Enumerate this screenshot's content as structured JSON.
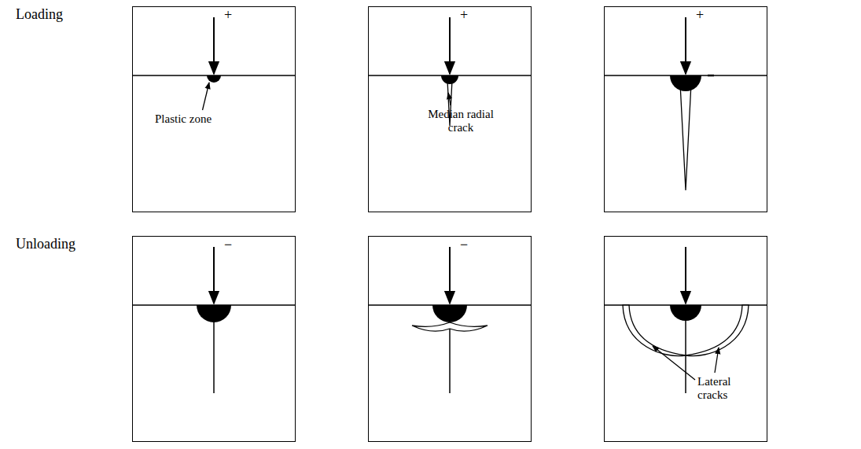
{
  "diagram": {
    "nodes": [
      {
        "text": [
          "+",
          "Plastic zone"
        ]
      },
      {
        "text": [
          "+",
          "Median radial crack"
        ]
      },
      {
        "text": [
          "+"
        ]
      },
      {
        "text": [
          "−"
        ]
      },
      {
        "text": [
          "−"
        ]
      },
      {
        "text": [
          "Lateral cracks"
        ]
      }
    ],
    "labels": [
      "Loading",
      "Unloading"
    ]
  }
}
